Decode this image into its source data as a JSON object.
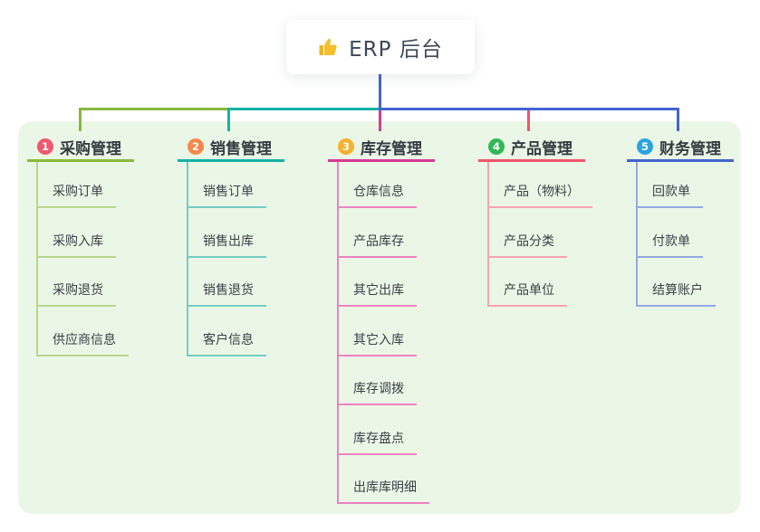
{
  "root": {
    "icon": "thumbs-up-icon",
    "label": "ERP 后台"
  },
  "colors": {
    "canvas_bg": "#ffffff",
    "panel_bg": "#ebf7e6",
    "card_bg": "#ffffff",
    "root_text": "#3c4858",
    "thumb_icon": "#f5c02c",
    "root_line": "#4464d0"
  },
  "branches": [
    {
      "num": "1",
      "title": "采购管理",
      "badge_color": "#f0586e",
      "line_color": "#88b83e",
      "child_line_color": "#b6d78c",
      "children": [
        "采购订单",
        "采购入库",
        "采购退货",
        "供应商信息"
      ]
    },
    {
      "num": "2",
      "title": "销售管理",
      "badge_color": "#f6884b",
      "line_color": "#15b2a5",
      "child_line_color": "#74ccc3",
      "children": [
        "销售订单",
        "销售出库",
        "销售退货",
        "客户信息"
      ]
    },
    {
      "num": "3",
      "title": "库存管理",
      "badge_color": "#f6b12e",
      "line_color": "#d63b92",
      "child_line_color": "#ee82c0",
      "children": [
        "仓库信息",
        "产品库存",
        "其它出库",
        "其它入库",
        "库存调拨",
        "库存盘点",
        "出库库明细"
      ]
    },
    {
      "num": "4",
      "title": "产品管理",
      "badge_color": "#33b757",
      "line_color": "#f2556b",
      "child_line_color": "#f7a3ad",
      "children": [
        "产品（物料）",
        "产品分类",
        "产品单位"
      ]
    },
    {
      "num": "5",
      "title": "财务管理",
      "badge_color": "#2ba4de",
      "line_color": "#4464d0",
      "child_line_color": "#93a8e4",
      "children": [
        "回款单",
        "付款单",
        "结算账户"
      ]
    }
  ]
}
